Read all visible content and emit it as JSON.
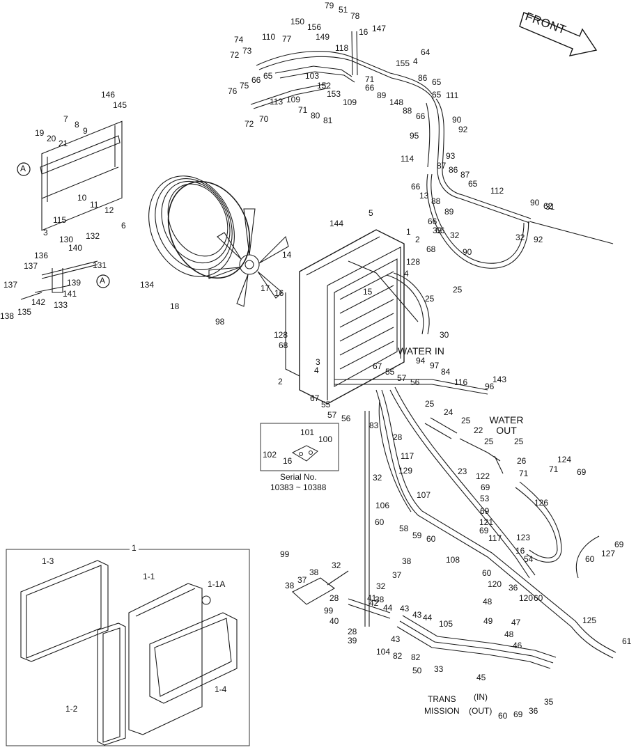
{
  "front_label": "FRONT",
  "annotations": {
    "water_in": "WATER IN",
    "water_out": "WATER OUT",
    "serial_label": "Serial No.",
    "serial_range": "10383 ~ 10388",
    "trans_label": "TRANS",
    "mission_label": "MISSION",
    "in_label": "(IN)",
    "out_label": "(OUT)"
  },
  "ref_markers": [
    "A",
    "A"
  ],
  "inset_title": "1",
  "inset_parts": [
    "1-1",
    "1-1A",
    "1-2",
    "1-3",
    "1-4"
  ],
  "callouts": [
    "79",
    "51",
    "78",
    "150",
    "156",
    "16",
    "147",
    "74",
    "110",
    "77",
    "149",
    "118",
    "73",
    "72",
    "65",
    "4",
    "64",
    "155",
    "103",
    "71",
    "65",
    "86",
    "65",
    "152",
    "89",
    "66",
    "148",
    "76",
    "75",
    "66",
    "113",
    "109",
    "153",
    "109",
    "88",
    "66",
    "111",
    "71",
    "80",
    "81",
    "72",
    "70",
    "90",
    "95",
    "92",
    "146",
    "145",
    "7",
    "8",
    "9",
    "19",
    "20",
    "21",
    "93",
    "114",
    "87",
    "86",
    "87",
    "66",
    "65",
    "112",
    "10",
    "11",
    "12",
    "6",
    "13",
    "88",
    "89",
    "66",
    "90",
    "31",
    "62",
    "92",
    "32",
    "66",
    "32",
    "115",
    "5",
    "144",
    "1",
    "2",
    "68",
    "128",
    "4",
    "3",
    "130",
    "132",
    "136",
    "140",
    "131",
    "137",
    "139",
    "141",
    "137",
    "142",
    "133",
    "138",
    "135",
    "134",
    "18",
    "98",
    "14",
    "17",
    "16",
    "15",
    "25",
    "30",
    "25",
    "90",
    "32",
    "128",
    "68",
    "3",
    "4",
    "2",
    "94",
    "97",
    "84",
    "116",
    "96",
    "143",
    "67",
    "55",
    "57",
    "56",
    "67",
    "55",
    "57",
    "56",
    "83",
    "25",
    "24",
    "25",
    "22",
    "101",
    "100",
    "102",
    "16",
    "28",
    "117",
    "129",
    "32",
    "25",
    "25",
    "23",
    "26",
    "122",
    "71",
    "124",
    "69",
    "71",
    "69",
    "53",
    "126",
    "69",
    "121",
    "69",
    "106",
    "107",
    "60",
    "58",
    "59",
    "60",
    "117",
    "123",
    "16",
    "54",
    "127",
    "60",
    "69",
    "108",
    "60",
    "120",
    "36",
    "120",
    "60",
    "125",
    "99",
    "32",
    "38",
    "37",
    "38",
    "37",
    "38",
    "32",
    "38",
    "99",
    "28",
    "40",
    "28",
    "39",
    "41",
    "42",
    "44",
    "43",
    "43",
    "44",
    "43",
    "104",
    "82",
    "82",
    "105",
    "50",
    "33",
    "48",
    "49",
    "47",
    "48",
    "46",
    "45",
    "35",
    "36",
    "69",
    "60",
    "61"
  ]
}
